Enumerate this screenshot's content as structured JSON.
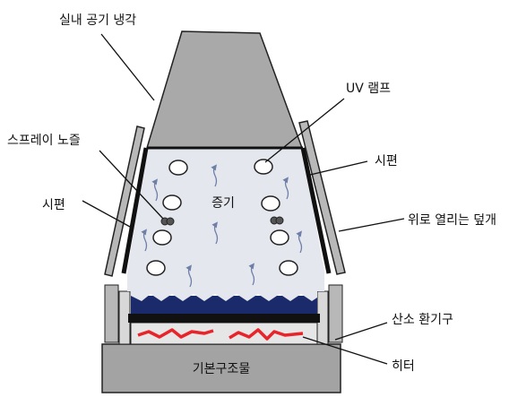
{
  "labels": {
    "cooling": "실내 공기 냉각",
    "uv_lamp": "UV 램프",
    "spray_nozzle": "스프레이 노즐",
    "specimen_right": "시편",
    "specimen_left": "시편",
    "vapor": "증기",
    "lid": "위로 열리는 덮개",
    "oxygen_vent": "산소 환기구",
    "heater": "히터",
    "base": "기본구조물"
  },
  "colors": {
    "hood": "#a9a9a9",
    "chamber": "#e4e7ed",
    "water": "#1b2a6b",
    "heater": "#e8232a",
    "arrows": "#6e7fa8",
    "panel": "#b8b8b8",
    "base": "#a3a3a3"
  }
}
